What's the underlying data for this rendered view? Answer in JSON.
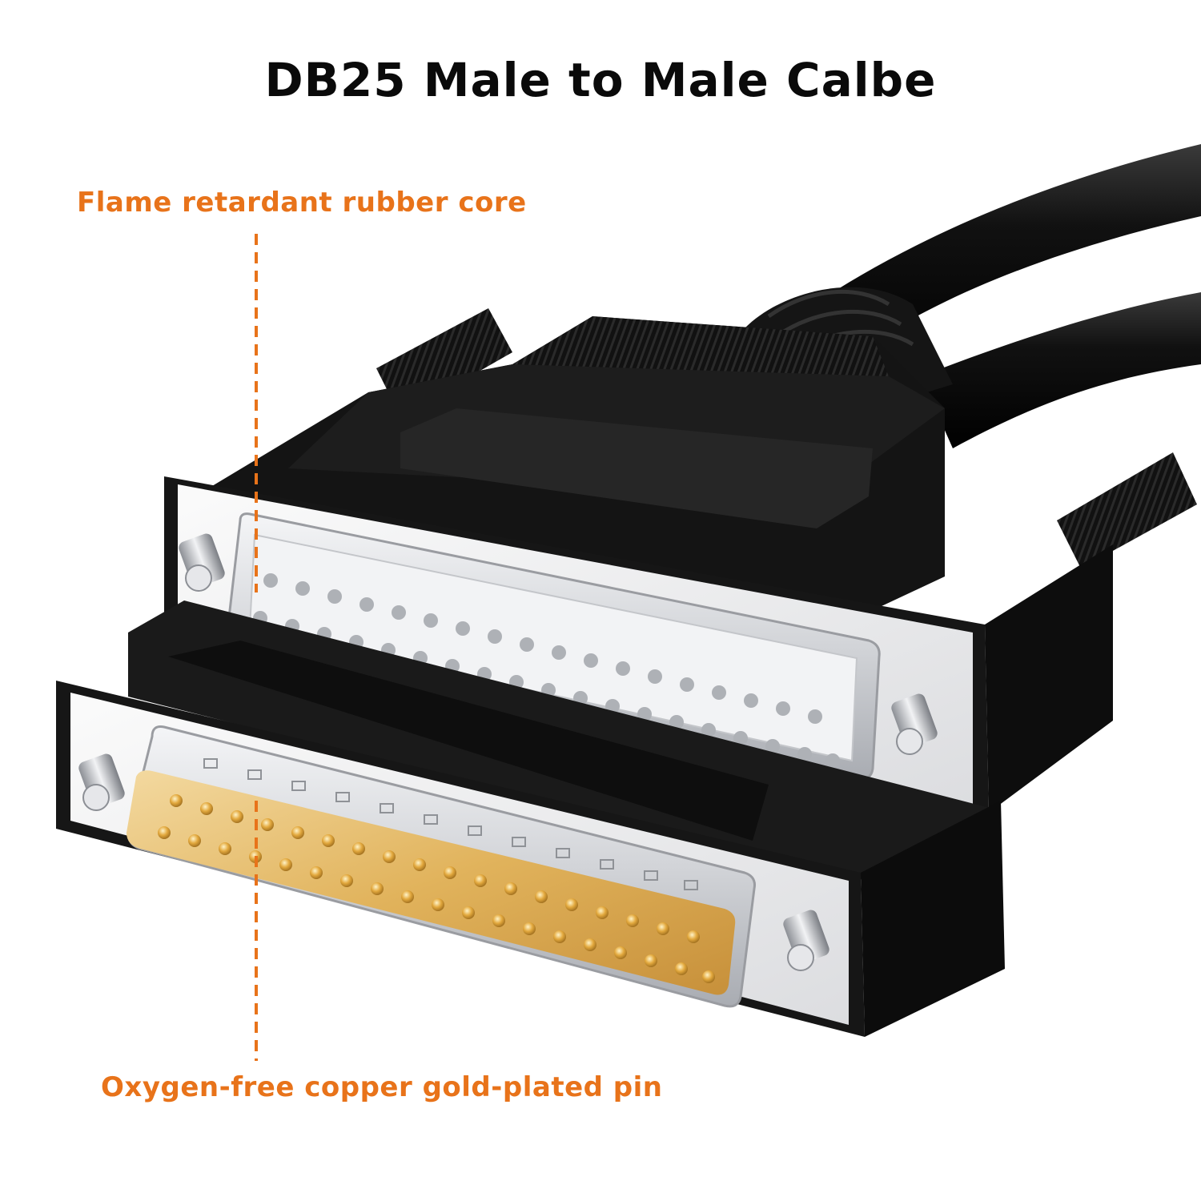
{
  "title": "DB25 Male to Male Calbe",
  "callouts": {
    "top": "Flame retardant rubber core",
    "bottom": "Oxygen-free copper gold-plated pin"
  },
  "colors": {
    "accent": "#E8731A",
    "title": "#0a0a0a",
    "connector_body": "#1b1b1b",
    "pin_gold": "#E0B15A",
    "shell_silver": "#d9dadd"
  }
}
